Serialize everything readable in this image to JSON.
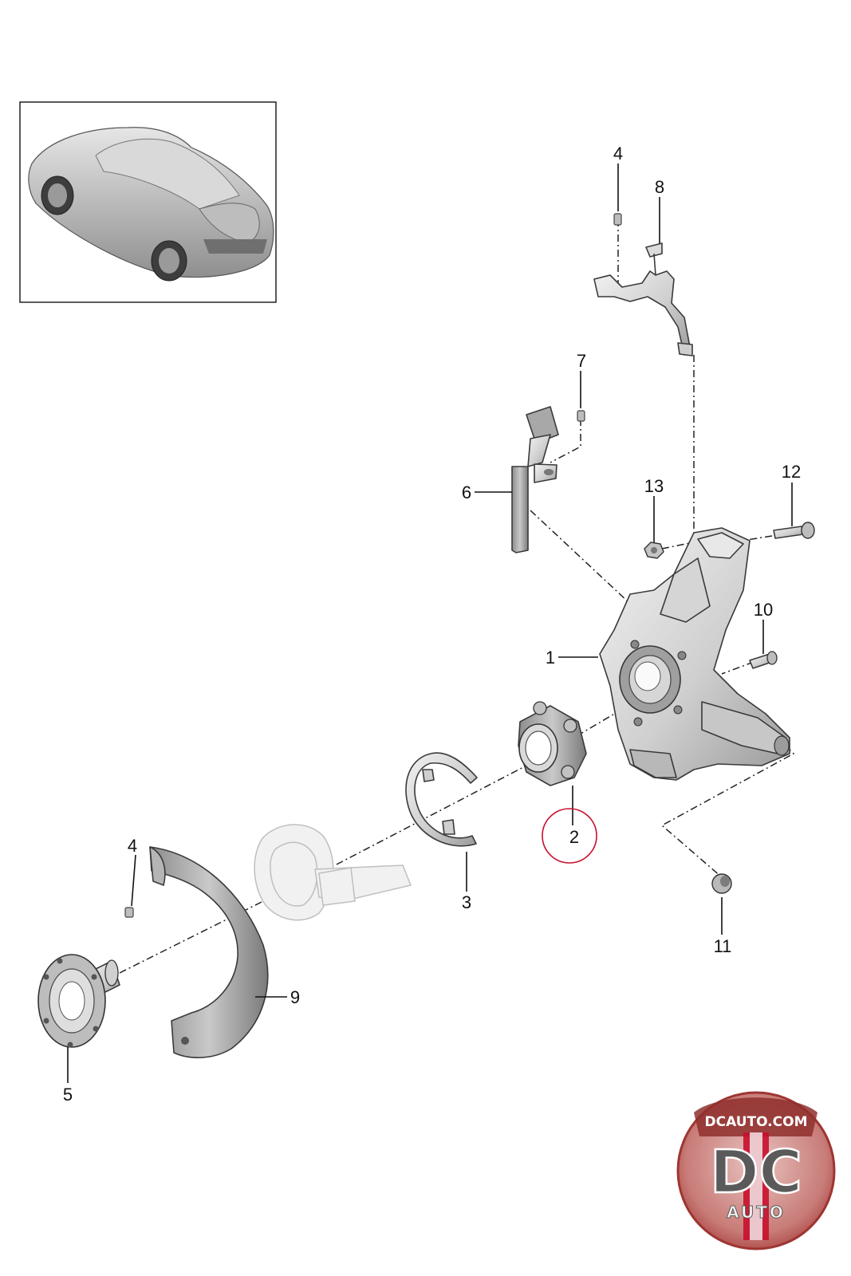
{
  "callouts": [
    {
      "id": "1",
      "label": "1"
    },
    {
      "id": "2",
      "label": "2"
    },
    {
      "id": "3",
      "label": "3"
    },
    {
      "id": "4a",
      "label": "4"
    },
    {
      "id": "4b",
      "label": "4"
    },
    {
      "id": "5",
      "label": "5"
    },
    {
      "id": "6",
      "label": "6"
    },
    {
      "id": "7",
      "label": "7"
    },
    {
      "id": "8",
      "label": "8"
    },
    {
      "id": "9",
      "label": "9"
    },
    {
      "id": "10",
      "label": "10"
    },
    {
      "id": "11",
      "label": "11"
    },
    {
      "id": "12",
      "label": "12"
    },
    {
      "id": "13",
      "label": "13"
    }
  ],
  "highlighted_part": "2",
  "highlight_color": "#c8102e",
  "watermark": {
    "top_text": "DCAUTO.COM",
    "monogram": "DC",
    "bottom_text": "AUTO",
    "colors": {
      "ring": "#b0383a",
      "letters": "#5a5a5a",
      "stripe_red": "#c8102e"
    }
  },
  "inset": {
    "subject": "car-rear-three-quarter-view"
  }
}
